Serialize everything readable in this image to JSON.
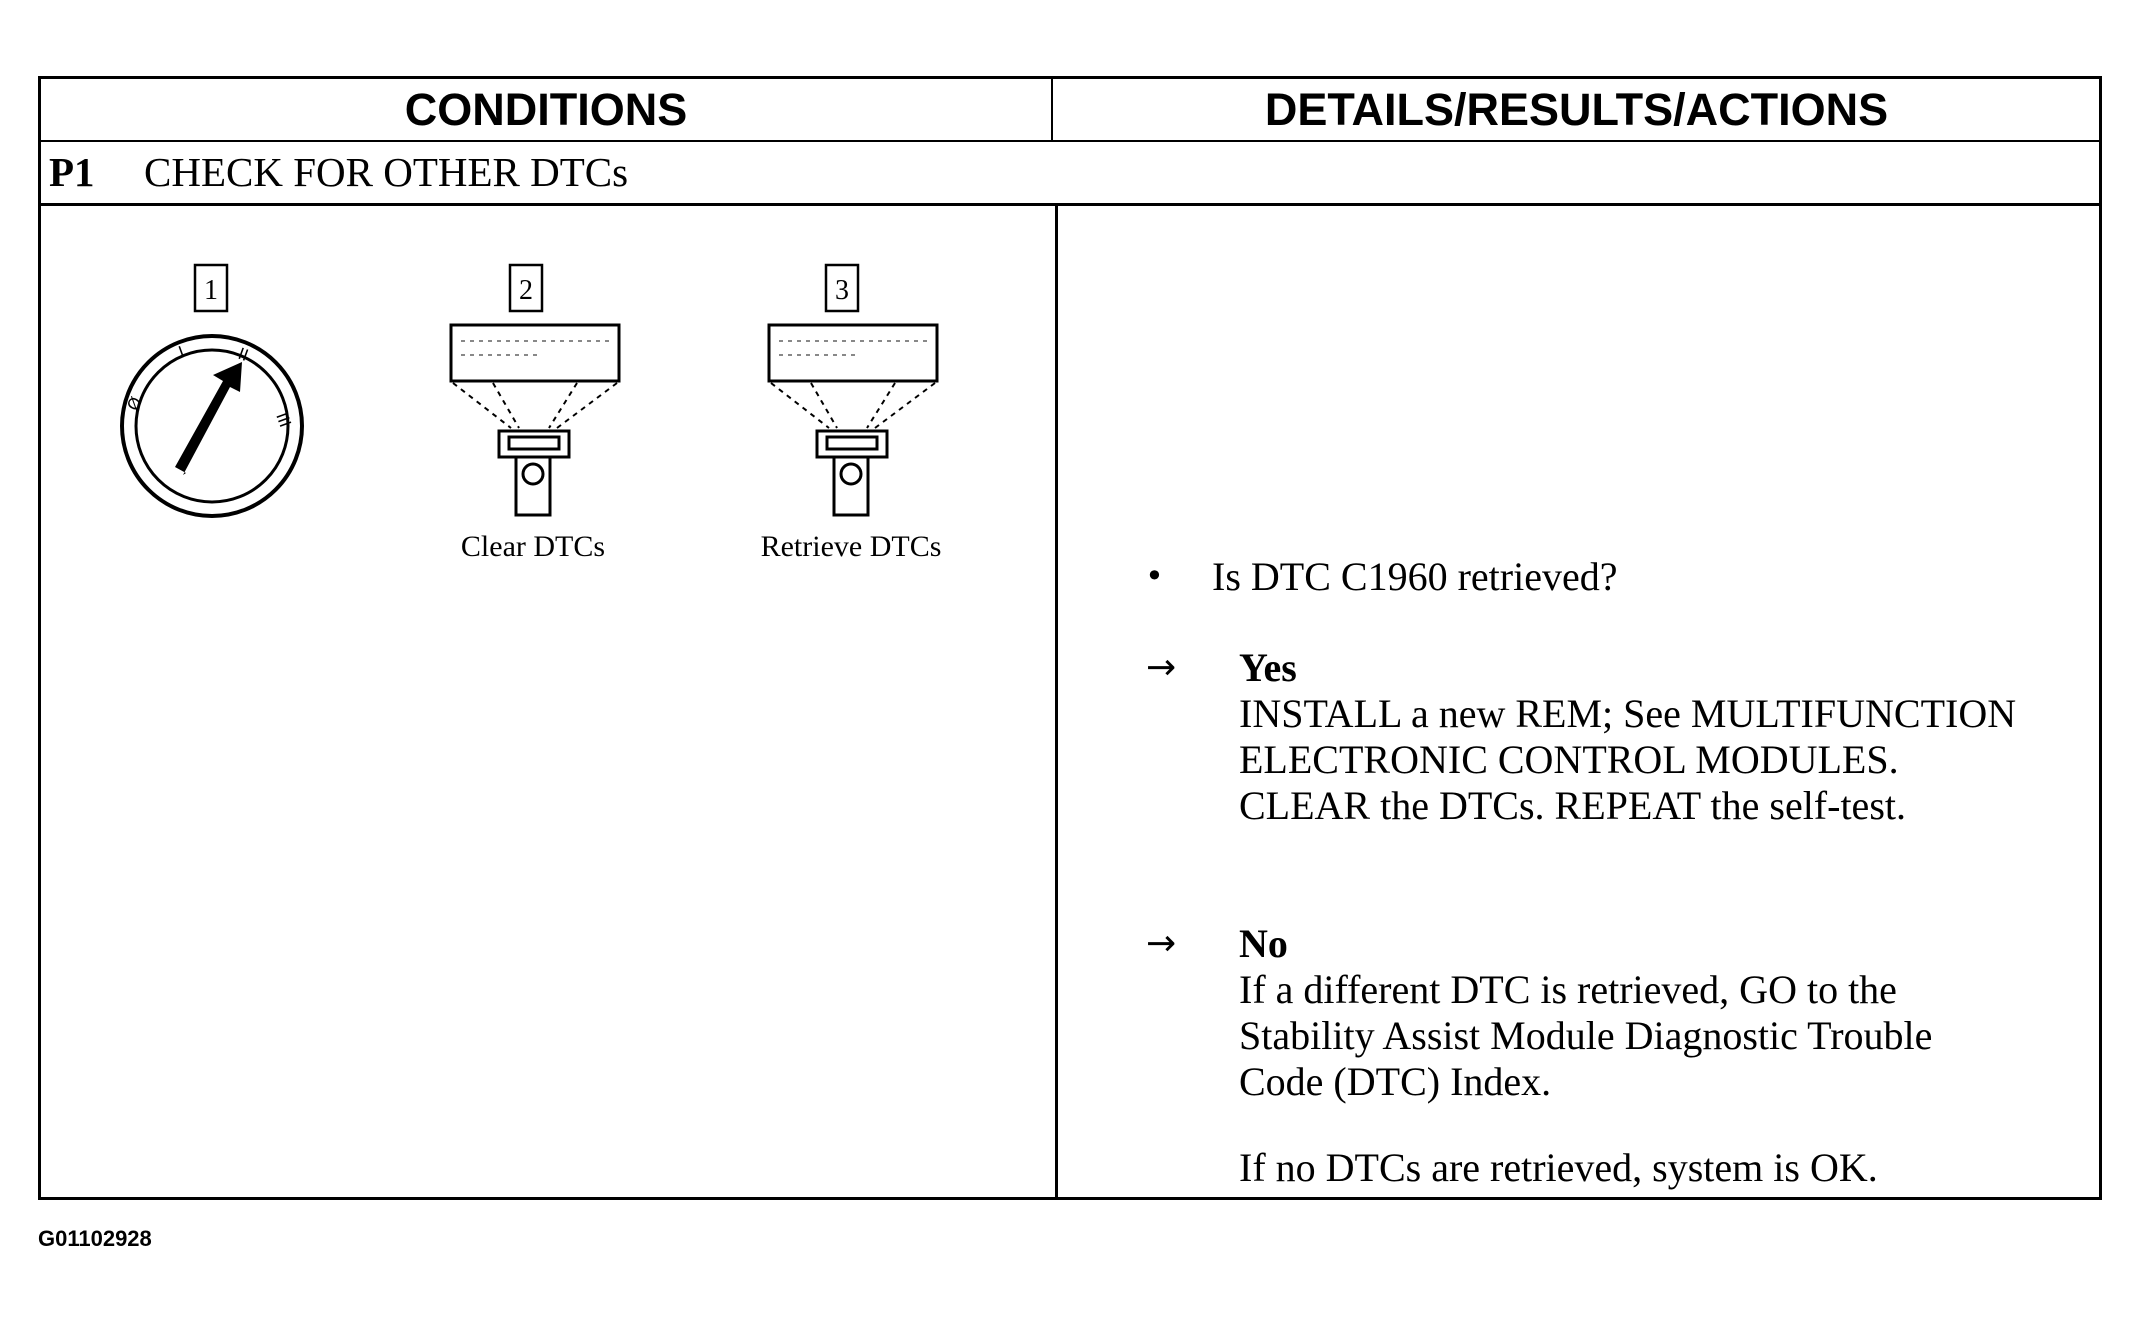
{
  "header": {
    "conditions_label": "CONDITIONS",
    "details_label": "DETAILS/RESULTS/ACTIONS"
  },
  "step": {
    "number": "P1",
    "title": "CHECK FOR OTHER DTCs"
  },
  "illustrations": [
    {
      "index": "1",
      "icon": "ignition-switch-icon",
      "caption": ""
    },
    {
      "index": "2",
      "icon": "scan-tool-icon",
      "caption": "Clear DTCs"
    },
    {
      "index": "3",
      "icon": "scan-tool-icon",
      "caption": "Retrieve DTCs"
    }
  ],
  "ignition_positions": [
    "Ø",
    "I",
    "II",
    "III"
  ],
  "details": {
    "question": "Is DTC C1960 retrieved?",
    "yes": {
      "label": "Yes",
      "lines": [
        "INSTALL a new REM; See MULTIFUNCTION",
        "ELECTRONIC CONTROL MODULES.",
        "CLEAR the DTCs. REPEAT the self-test."
      ]
    },
    "no": {
      "label": "No",
      "lines": [
        "If a different DTC is retrieved, GO to the",
        "Stability Assist Module Diagnostic Trouble",
        "Code (DTC) Index."
      ],
      "extra": "If no DTCs are retrieved, system is OK."
    }
  },
  "figure_id": "G01102928"
}
